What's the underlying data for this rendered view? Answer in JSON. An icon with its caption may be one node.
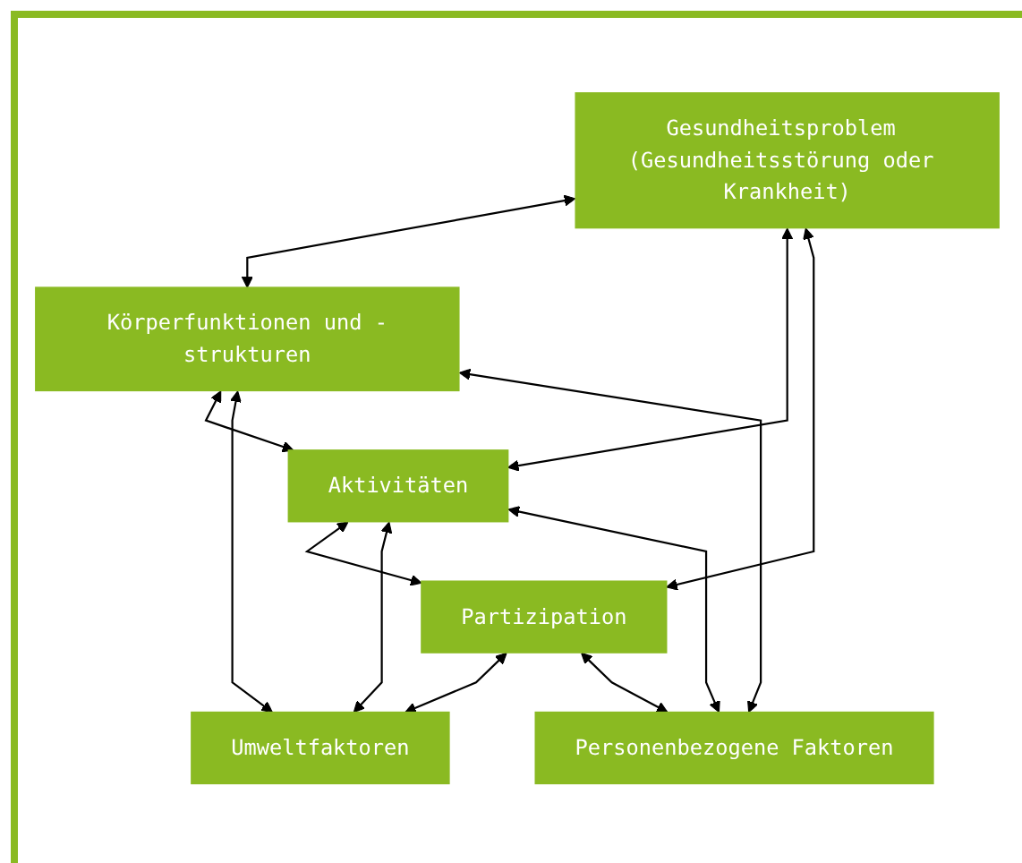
{
  "diagram": {
    "nodes": [
      {
        "text": [
          "Gesundheitsproblem (Gesundheitsstörung oder Krankheit)"
        ]
      },
      {
        "text": [
          "Körperfunktionen und -strukturen"
        ]
      },
      {
        "text": [
          "Aktivitäten"
        ]
      },
      {
        "text": [
          "Partizipation"
        ]
      },
      {
        "text": [
          "Umweltfaktoren"
        ]
      },
      {
        "text": [
          "Personenbezogene Faktoren"
        ]
      }
    ],
    "edges": [
      {
        "from": 0,
        "to": 1,
        "arrow": "both"
      },
      {
        "from": 0,
        "to": 2,
        "arrow": "both"
      },
      {
        "from": 0,
        "to": 3,
        "arrow": "both"
      },
      {
        "from": 1,
        "to": 2,
        "arrow": "both"
      },
      {
        "from": 2,
        "to": 3,
        "arrow": "both"
      },
      {
        "from": 1,
        "to": 4,
        "arrow": "both"
      },
      {
        "from": 2,
        "to": 4,
        "arrow": "both"
      },
      {
        "from": 3,
        "to": 4,
        "arrow": "both"
      },
      {
        "from": 1,
        "to": 5,
        "arrow": "both"
      },
      {
        "from": 2,
        "to": 5,
        "arrow": "both"
      },
      {
        "from": 3,
        "to": 5,
        "arrow": "both"
      }
    ]
  }
}
